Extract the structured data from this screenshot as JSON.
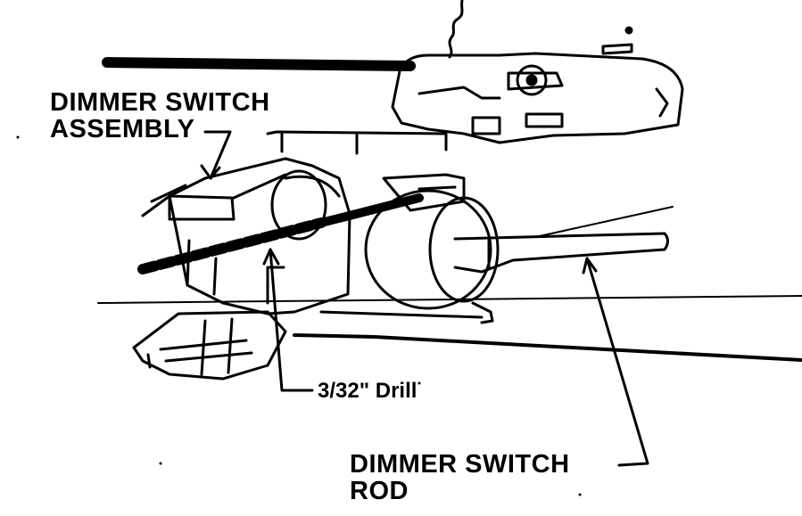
{
  "labels": {
    "dimmer_switch_assembly": [
      "DIMMER SWITCH",
      "ASSEMBLY"
    ],
    "drill": "3/32\" Drill",
    "dimmer_switch_rod": [
      "DIMMER SWITCH",
      "ROD"
    ]
  },
  "colors": {
    "ink": "#000000",
    "paper": "#ffffff"
  }
}
